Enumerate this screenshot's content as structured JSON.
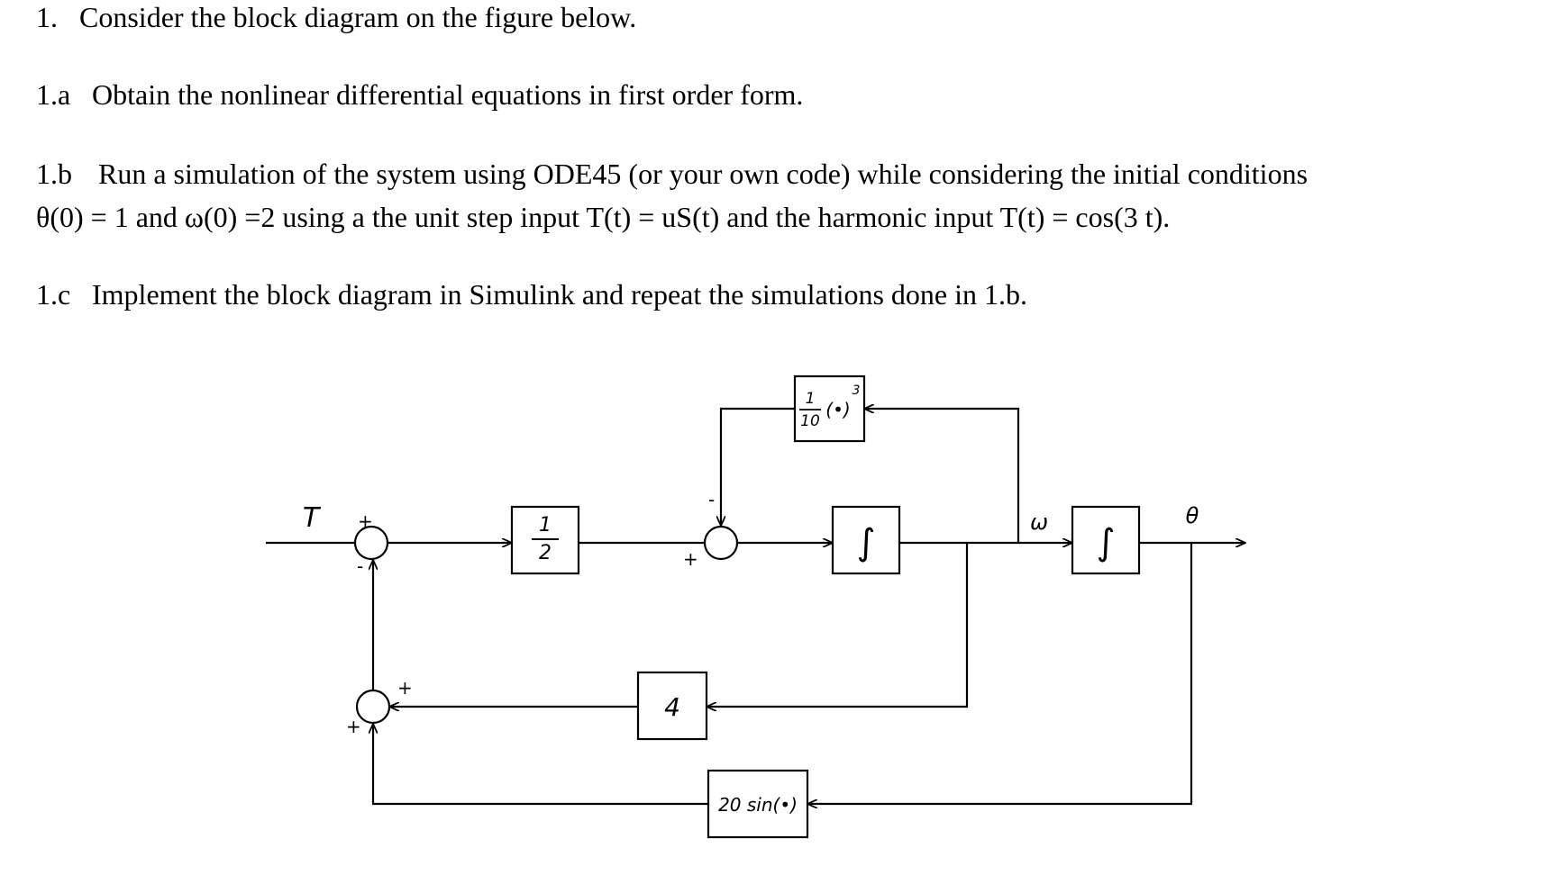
{
  "questions": [
    {
      "number": "1.",
      "text": "Consider the block diagram on the figure below."
    },
    {
      "number": "1.a",
      "text": "Obtain the nonlinear differential equations in first order form."
    },
    {
      "number": "1.b",
      "text": "Run a simulation of the system using ODE45 (or your own code) while considering the initial conditions"
    },
    {
      "number": "",
      "text": "θ(0) = 1 and ω(0) =2 using a the unit step input T(t) = uS(t) and the harmonic input T(t) = cos(3 t)."
    },
    {
      "number": "1.c",
      "text": "Implement the block diagram in Simulink and repeat the simulations done in 1.b."
    }
  ],
  "diagram": {
    "input_label": "T",
    "blocks": {
      "half_num": "1",
      "half_den": "2",
      "cube_num": "1",
      "cube_den": "10",
      "cube_expr": "(•)",
      "cube_exp": "3",
      "integrator1": "∫",
      "integrator2": "∫",
      "gain4": "4",
      "sine": "20 sin(•)"
    },
    "signals": {
      "omega": "ω",
      "theta": "θ"
    },
    "signs": {
      "sum1_top": "+",
      "sum1_bottom": "-",
      "sum2_top": "-",
      "sum2_bottom": "+",
      "sum3_right": "+",
      "sum3_bottom": "+"
    }
  }
}
